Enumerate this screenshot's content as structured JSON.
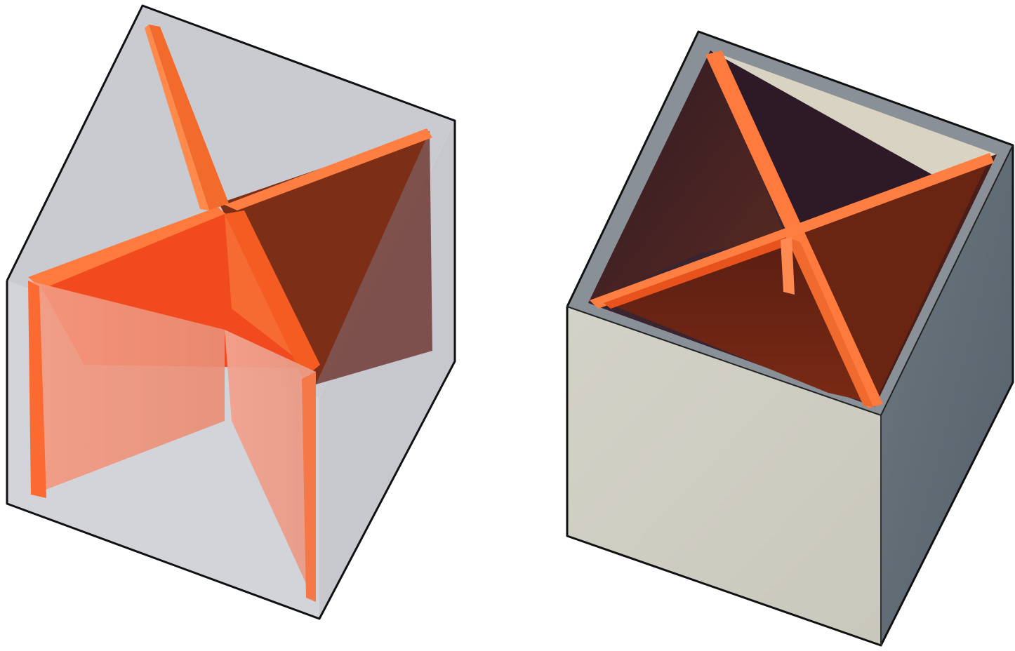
{
  "figure": {
    "panels": [
      {
        "name": "transparent-cube-with-cross-partition",
        "style": "translucent shell, cross-shaped internal walls visible"
      },
      {
        "name": "open-box-with-cross-partition",
        "style": "opaque shell, open top, cross-shaped internal walls"
      }
    ]
  },
  "colors": {
    "background": "#ffffff",
    "outline": "#111111",
    "orange_light": "#ff7a3d",
    "orange_mid": "#f0551c",
    "orange_dark": "#8a2a10",
    "glass": "#c4c6cc",
    "box_front": "#cfcdc2",
    "box_side": "#5f6a74",
    "box_rim": "#8a9097",
    "interior_dark": "#3a2028"
  }
}
